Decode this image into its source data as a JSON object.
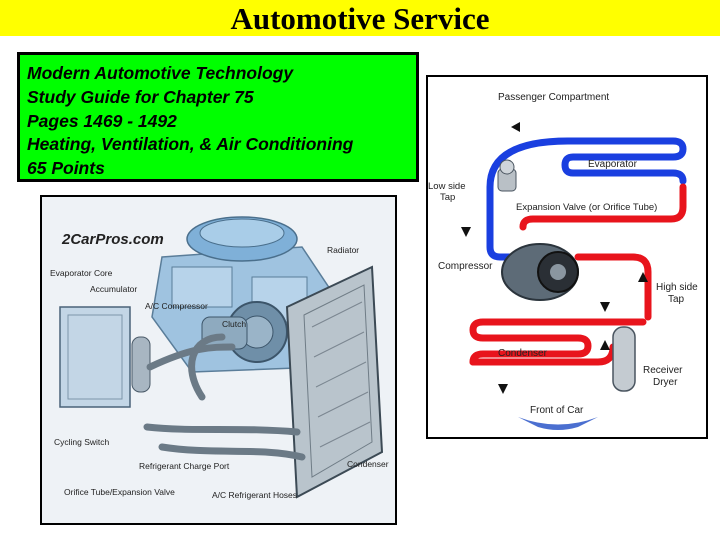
{
  "header": {
    "title": "Automotive Service"
  },
  "info_box": {
    "lines": [
      "Modern Automotive Technology",
      "Study Guide for Chapter 75",
      "Pages 1469 - 1492",
      "Heating, Ventilation, & Air Conditioning",
      "65 Points"
    ]
  },
  "photo": {
    "watermark": "2CarPros.com",
    "labels": {
      "radiator": "Radiator",
      "evaporator_core": "Evaporator Core",
      "accumulator": "Accumulator",
      "ac_compressor": "A/C Compressor",
      "clutch": "Clutch",
      "cycling_switch": "Cycling Switch",
      "refrigerant_charge_port": "Refrigerant Charge Port",
      "condenser": "Condenser",
      "orifice_tube": "Orifice Tube/Expansion Valve",
      "ac_hoses": "A/C Refrigerant Hoses"
    }
  },
  "diagram": {
    "labels": {
      "passenger_compartment": "Passenger Compartment",
      "evaporator": "Evaporator",
      "low_side_1": "Low side",
      "low_side_2": "Tap",
      "expansion_valve": "Expansion Valve (or Orifice Tube)",
      "compressor": "Compressor",
      "high_side_1": "High side",
      "high_side_2": "Tap",
      "condenser": "Condenser",
      "receiver_1": "Receiver",
      "receiver_2": "Dryer",
      "front_of_car": "Front of Car"
    },
    "colors": {
      "low_side": "#1a3fe0",
      "high_side": "#e8141c"
    }
  }
}
